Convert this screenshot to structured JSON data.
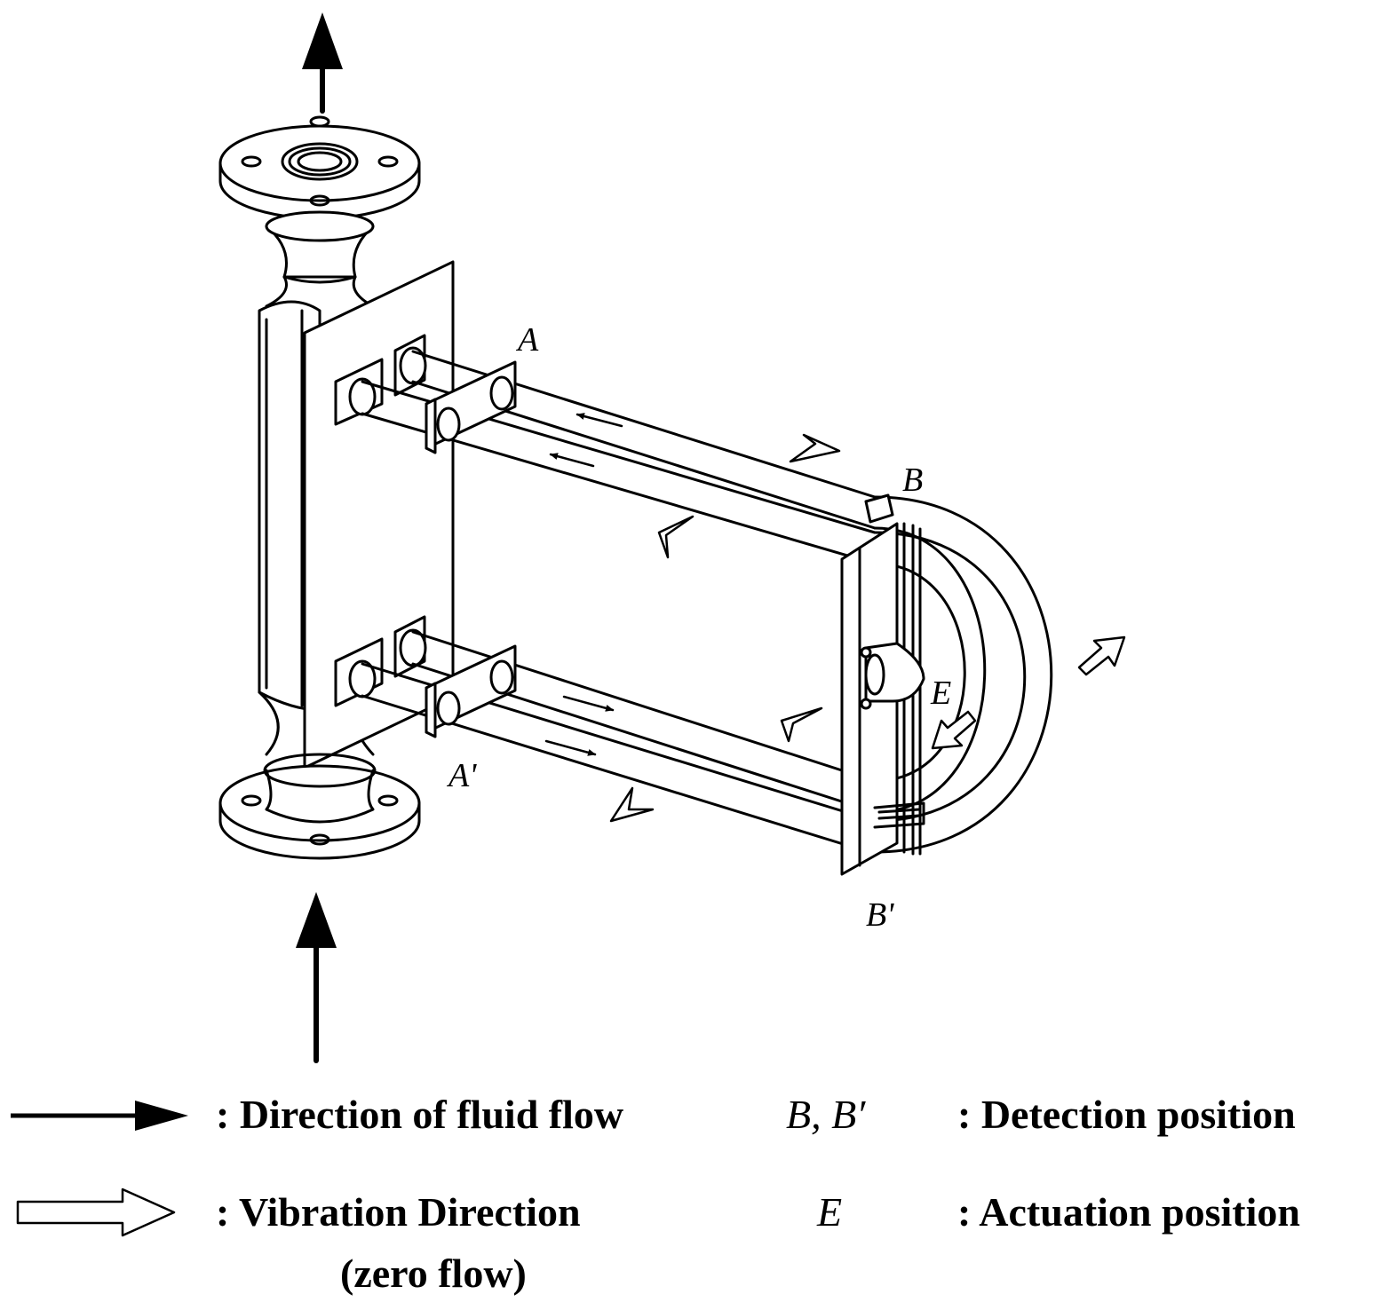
{
  "labels": {
    "A": "A",
    "A_prime": "A'",
    "B": "B",
    "B_prime": "B'",
    "E": "E"
  },
  "legend": {
    "fluid_flow_text": ": Direction of fluid flow",
    "vibration_text": ": Vibration Direction",
    "vibration_note": "(zero flow)",
    "detection_symbol": "B, B′",
    "detection_text": ": Detection position",
    "actuation_symbol": "E",
    "actuation_text": ": Actuation position"
  }
}
